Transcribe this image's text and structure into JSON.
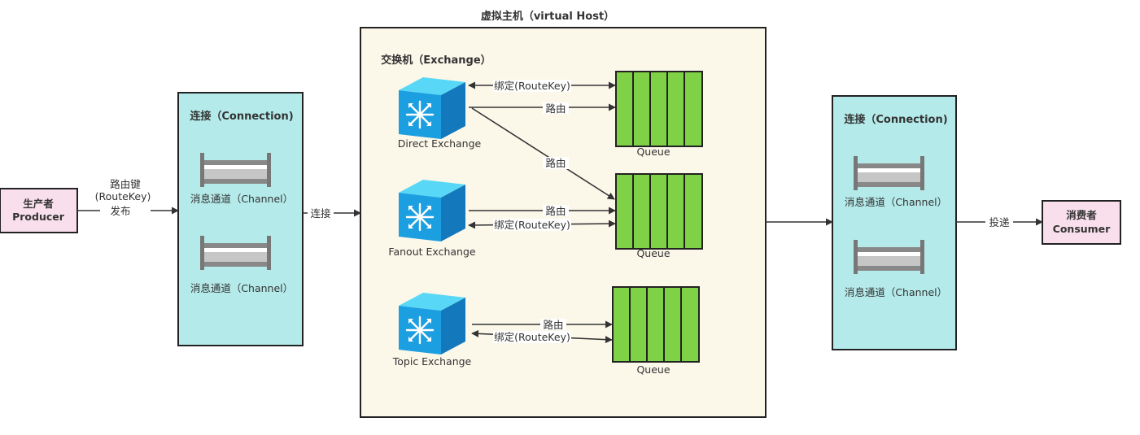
{
  "vhost": {
    "title": "虚拟主机（virtual Host）"
  },
  "exchange_group": {
    "title": "交换机（Exchange）"
  },
  "producer": {
    "line1": "生产者",
    "line2": "Producer"
  },
  "consumer": {
    "line1": "消费者",
    "line2": "Consumer"
  },
  "connection_left": {
    "title": "连接（Connection)",
    "channels": [
      "消息通道（Channel）",
      "消息通道（Channel）"
    ]
  },
  "connection_right": {
    "title": "连接（Connection)",
    "channels": [
      "消息通道（Channel）",
      "消息通道（Channel）"
    ]
  },
  "edges": {
    "publish_line1": "路由键",
    "publish_line2": "(RouteKey)",
    "publish_line3": "发布",
    "connect": "连接",
    "deliver": "投递",
    "bind": "绑定(RouteKey)",
    "route": "路由"
  },
  "exchanges": {
    "direct": "Direct Exchange",
    "fanout": "Fanout Exchange",
    "topic": "Topic Exchange"
  },
  "queue_label": "Queue",
  "colors": {
    "producer_fill": "#f9dfeb",
    "connection_fill": "#b5eaea",
    "vhost_fill": "#fbf7e9",
    "queue_fill": "#7fd146",
    "cube_top": "#58d8f6",
    "cube_front": "#1c9fe0",
    "cube_side": "#1478bd"
  }
}
